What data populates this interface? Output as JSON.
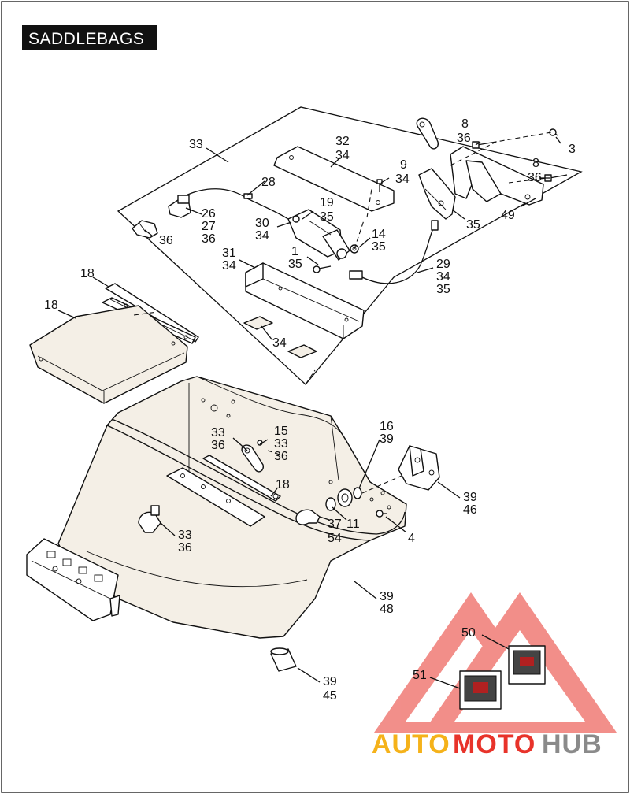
{
  "title": "SADDLEBAGS",
  "watermark": {
    "brand_auto": "AUTO",
    "brand_moto": "MOTO",
    "brand_hub": "HUB",
    "colors": {
      "red": "#e8332a",
      "yellow": "#f5b21a",
      "gray": "#8a8a8a"
    }
  },
  "callouts": {
    "c33_top": "33",
    "c32_34": [
      "32",
      "34"
    ],
    "c8_36_top": [
      "8",
      "36"
    ],
    "c3": "3",
    "c8_36_right": [
      "8",
      "36"
    ],
    "c9_34": [
      "9",
      "34"
    ],
    "c28": "28",
    "c19_35": [
      "19",
      "35"
    ],
    "c26_27_36": [
      "26",
      "27",
      "36"
    ],
    "c30_34": [
      "30",
      "34"
    ],
    "c36_left": "36",
    "c49": "49",
    "c35_right": "35",
    "c14_35": [
      "14",
      "35"
    ],
    "c31_34": [
      "31",
      "34"
    ],
    "c1_35": [
      "1",
      "35"
    ],
    "c29_34_35": [
      "29",
      "34",
      "35"
    ],
    "c18_top": "18",
    "c18_left": "18",
    "c34_pads": "34",
    "c16_39": [
      "16",
      "39"
    ],
    "c33_36_a": [
      "33",
      "36"
    ],
    "c15_33_36": [
      "15",
      "33",
      "36"
    ],
    "c18_mid": "18",
    "c39_46": [
      "39",
      "46"
    ],
    "c37_54": [
      "37",
      "54"
    ],
    "c11": "11",
    "c4": "4",
    "c33_36_b": [
      "33",
      "36"
    ],
    "c39_48": [
      "39",
      "48"
    ],
    "c50": "50",
    "c51": "51",
    "c39_45": [
      "39",
      "45"
    ]
  }
}
